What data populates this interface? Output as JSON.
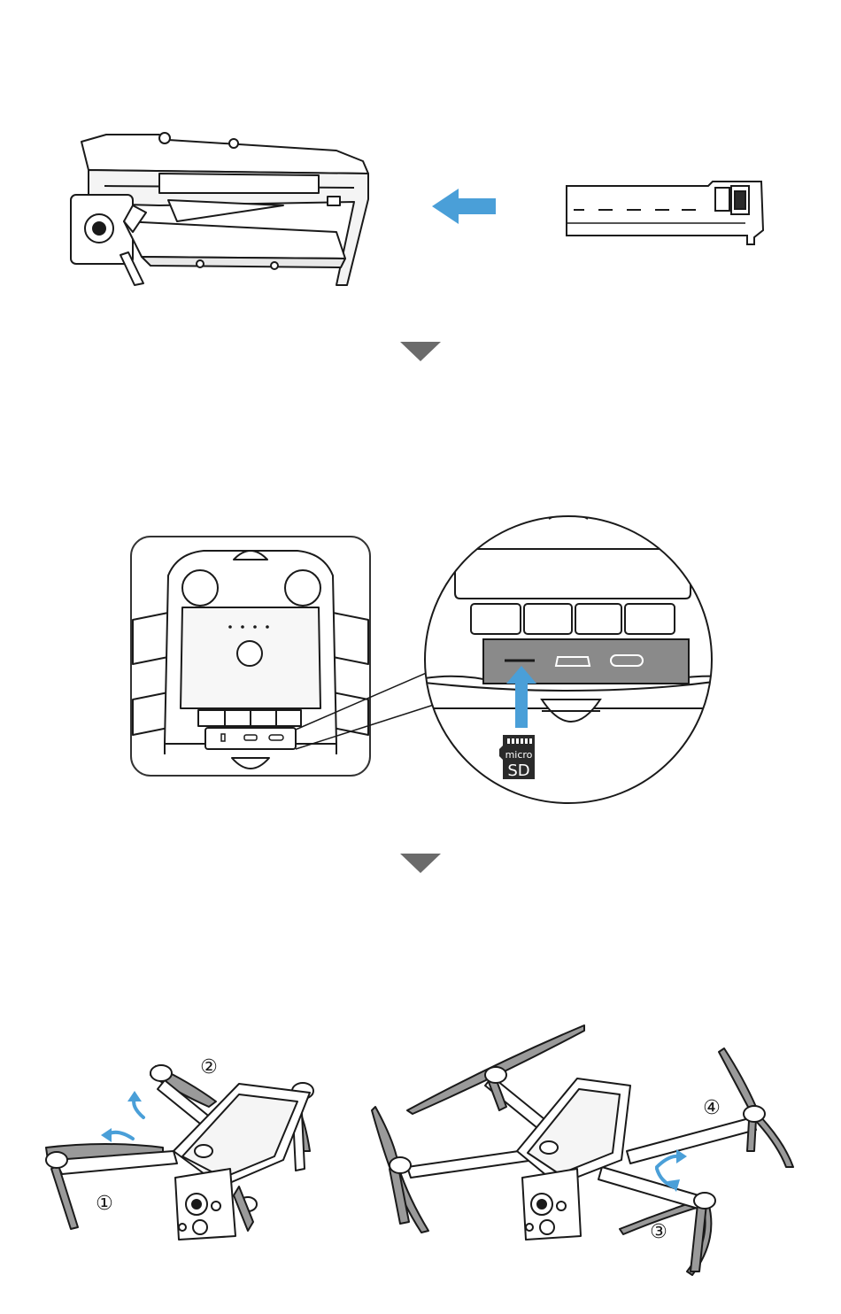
{
  "colors": {
    "accent": "#4a9fd8",
    "line": "#1a1a1a",
    "step_arrow": "#6b6b6b",
    "panel_gray": "#8a8a8a",
    "body_fill": "#f2f2f2",
    "dark": "#2a2a2a"
  },
  "steps": [
    {
      "id": "insert-battery",
      "icon": "battery-insert-arrow-icon"
    },
    {
      "id": "insert-microsd",
      "icon": "microsd-card-icon"
    },
    {
      "id": "unfold-arms",
      "icon": "rotate-arrow-icon"
    }
  ],
  "sd_card": {
    "line1": "micro",
    "line2": "SD"
  },
  "arm_labels": {
    "one": "①",
    "two": "②",
    "three": "③",
    "four": "④"
  }
}
